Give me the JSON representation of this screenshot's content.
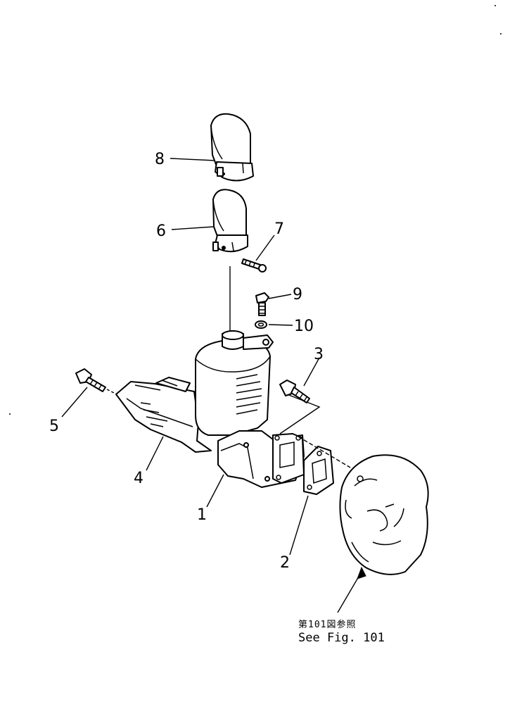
{
  "callouts": {
    "c1": "1",
    "c2": "2",
    "c3": "3",
    "c4": "4",
    "c5": "5",
    "c6": "6",
    "c7": "7",
    "c8": "8",
    "c9": "9",
    "c10": "10"
  },
  "reference": {
    "jp": "第101図参照",
    "en": "See Fig. 101"
  }
}
